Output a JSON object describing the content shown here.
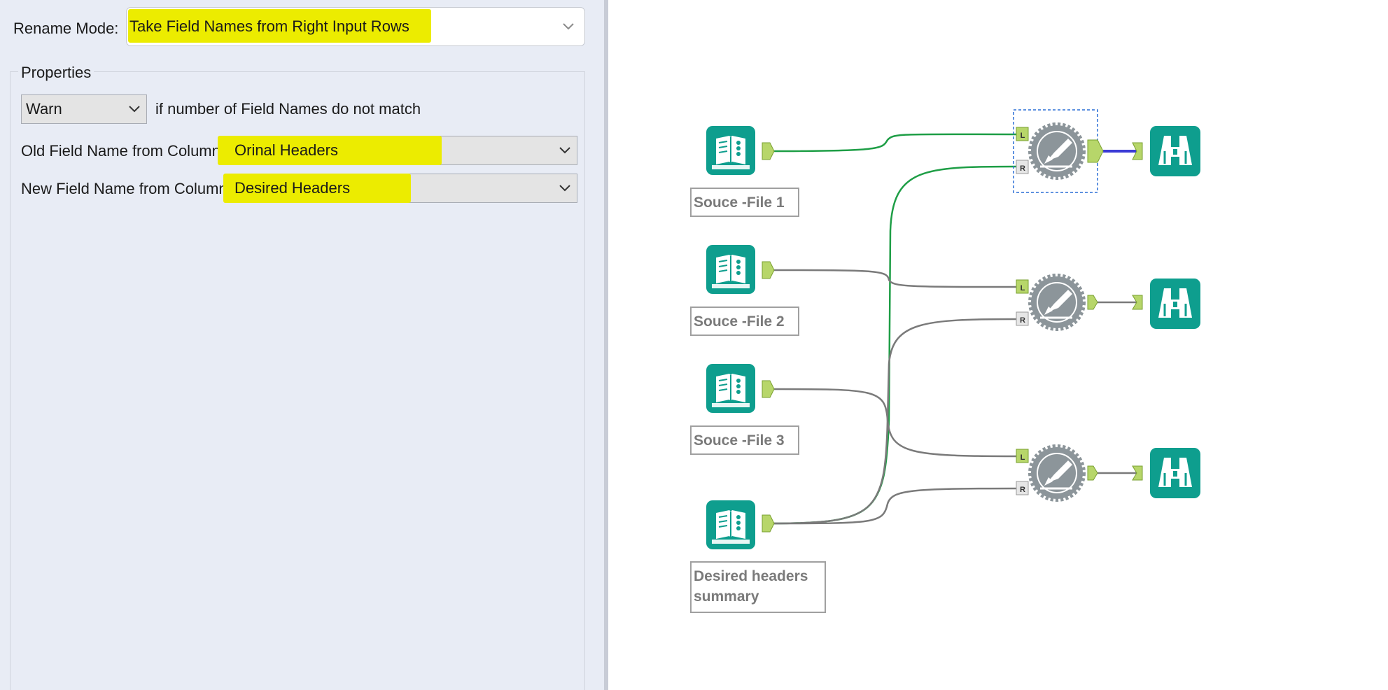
{
  "config": {
    "rename_mode_label": "Rename Mode:",
    "rename_mode_value": "Take Field Names from Right Input Rows",
    "properties_legend": "Properties",
    "mismatch_action": "Warn",
    "mismatch_text": "if number of Field Names do not match",
    "old_field_label": "Old Field Name from Column",
    "old_field_value": "Orinal Headers",
    "new_field_label": "New Field Name from Column",
    "new_field_value": "Desired Headers",
    "highlight_color": "#ecec00"
  },
  "workflow": {
    "inputs": [
      {
        "label": "Souce -File 1"
      },
      {
        "label": "Souce -File 2"
      },
      {
        "label": "Souce -File 3"
      },
      {
        "label": "Desired headers summary"
      }
    ],
    "dynamic_rename_tools": [
      {
        "left_anchor": "L",
        "right_anchor": "R",
        "selected": true
      },
      {
        "left_anchor": "L",
        "right_anchor": "R",
        "selected": false
      },
      {
        "left_anchor": "L",
        "right_anchor": "R",
        "selected": false
      }
    ],
    "browse_tools": [
      {},
      {},
      {}
    ],
    "colors": {
      "tool_teal": "#0e9e8e",
      "anchor_green": "#b7d66a",
      "active_connection": "#1e9e46",
      "inactive_connection": "#7a7a7a",
      "selected_output_connection": "#3b3bd6",
      "selection_box": "#2a6fd6"
    }
  }
}
